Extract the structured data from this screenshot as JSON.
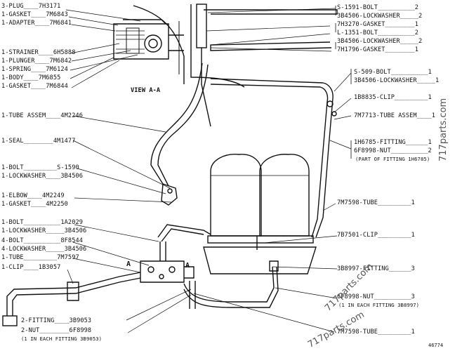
{
  "left_labels": [
    {
      "text": "3-PLUG____7H3171"
    },
    {
      "text": "1-GASKET____7M6843"
    },
    {
      "text": "1-ADAPTER____7M6841"
    },
    {
      "text": "1-STRAINER____6H5888"
    },
    {
      "text": "1-PLUNGER____7M6842"
    },
    {
      "text": "1-SPRING____7M6124"
    },
    {
      "text": "1-BODY____7M6855"
    },
    {
      "text": "1-GASKET____7M6844"
    },
    {
      "text": "1-TUBE ASSEM____4M2246"
    },
    {
      "text": "1-SEAL________4M1477"
    },
    {
      "text": "1-BOLT_________S-1590"
    },
    {
      "text": "1-LOCKWASHER____3B4506"
    },
    {
      "text": "1-ELBOW____4M2249"
    },
    {
      "text": "1-GASKET____4M2250"
    },
    {
      "text": "1-BOLT__________1A2029"
    },
    {
      "text": "1-LOCKWASHER_____3B4506"
    },
    {
      "text": "4-BOLT__________8F8544"
    },
    {
      "text": "4-LOCKWASHER_____3B4506"
    },
    {
      "text": "1-TUBE_________7M7597"
    },
    {
      "text": "1-CLIP____1B3057"
    }
  ],
  "right_labels": [
    {
      "text": "S-1591-BOLT__________2"
    },
    {
      "text": "3B4506-LOCKWASHER_____2"
    },
    {
      "text": "7H3270-GASKET________1"
    },
    {
      "text": "L-1351-BOLT__________2"
    },
    {
      "text": "3B4506-LOCKWASHER_____2"
    },
    {
      "text": "7H1796-GASKET________1"
    },
    {
      "text": "S-509-BOLT__________1"
    },
    {
      "text": "3B4506-LOCKWASHER_____1"
    },
    {
      "text": "1B8835-CLIP_________1"
    },
    {
      "text": "7M7713-TUBE ASSEM____1"
    },
    {
      "text": "1H6785-FITTING______1"
    },
    {
      "text": "6F8998-NUT__________2"
    },
    {
      "text": "(PART OF FITTING 1H6785)"
    },
    {
      "text": "7M7598-TUBE_________1"
    },
    {
      "text": "7B7501-CLIP_________1"
    },
    {
      "text": "3B8997-FITTING______3"
    },
    {
      "text": "6F8998-NUT__________3"
    },
    {
      "text": "(1 IN EACH FITTING 3B8997)"
    },
    {
      "text": "7M7598-TUBE_________1"
    }
  ],
  "bottom_labels": [
    {
      "text": "2-FITTING____3B9053"
    },
    {
      "text": "2-NUT________6F8998"
    },
    {
      "text": "(1 IN EACH FITTING 3B9053)"
    }
  ],
  "view_label": "VIEW A-A",
  "section_marks": [
    "A",
    "A"
  ],
  "watermarks": [
    "717parts.com",
    "717parts.com",
    "717parts.com"
  ],
  "figure_number": "46774"
}
